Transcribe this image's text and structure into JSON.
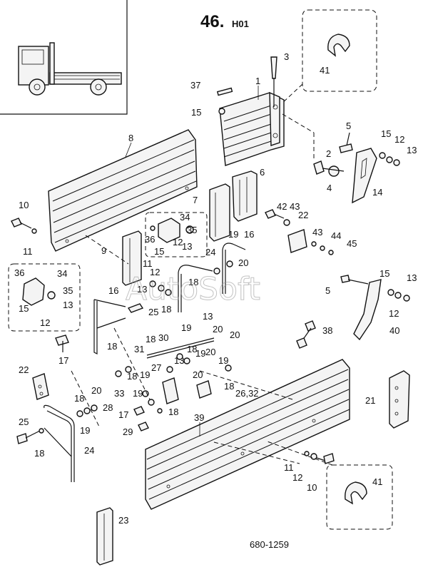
{
  "header": {
    "page_number": "46.",
    "page_suffix": "H01"
  },
  "footer": {
    "drawing_code": "680-1259"
  },
  "watermark": {
    "text": "AutoSoft"
  },
  "callouts": {
    "c1": "1",
    "c2": "2",
    "c3": "3",
    "c4": "4",
    "c5a": "5",
    "c5b": "5",
    "c6": "6",
    "c7": "7",
    "c8": "8",
    "c9": "9",
    "c10a": "10",
    "c10b": "10",
    "c11a": "11",
    "c11b": "11",
    "c11c": "11",
    "c12a": "12",
    "c12b": "12",
    "c12c": "12",
    "c12d": "12",
    "c12e": "12",
    "c12f": "12",
    "c13a": "13",
    "c13b": "13",
    "c13c": "13",
    "c13d": "13",
    "c13e": "13",
    "c13f": "13",
    "c13g": "13",
    "c14": "14",
    "c15a": "15",
    "c15b": "15",
    "c15c": "15",
    "c15d": "15",
    "c15e": "15",
    "c16a": "16",
    "c16b": "16",
    "c17a": "17",
    "c17b": "17",
    "c18a": "18",
    "c18b": "18",
    "c18c": "18",
    "c18d": "18",
    "c18e": "18",
    "c18f": "18",
    "c18g": "18",
    "c18h": "18",
    "c18i": "18",
    "c18j": "18",
    "c19a": "19",
    "c19b": "19",
    "c19c": "19",
    "c19d": "19",
    "c19e": "19",
    "c19f": "19",
    "c20a": "20",
    "c20b": "20",
    "c20c": "20",
    "c20d": "20",
    "c20e": "20",
    "c20f": "20",
    "c21": "21",
    "c22a": "22",
    "c22b": "22",
    "c23": "23",
    "c24a": "24",
    "c24b": "24",
    "c25a": "25",
    "c25b": "25",
    "c26_32": "26,32",
    "c27": "27",
    "c28": "28",
    "c29": "29",
    "c30": "30",
    "c31": "31",
    "c33": "33",
    "c34a": "34",
    "c34b": "34",
    "c35a": "35",
    "c35b": "35",
    "c36a": "36",
    "c36b": "36",
    "c37": "37",
    "c38": "38",
    "c39": "39",
    "c40": "40",
    "c41a": "41",
    "c41b": "41",
    "c42": "42",
    "c43a": "43",
    "c43b": "43",
    "c44": "44",
    "c45": "45"
  }
}
